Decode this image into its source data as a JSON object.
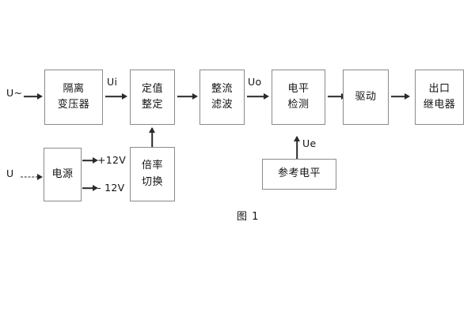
{
  "figure": {
    "caption": "图 1",
    "colors": {
      "background": "#ffffff",
      "box_border": "#8a8a8a",
      "line": "#2a2a2a",
      "text": "#141414"
    }
  },
  "blocks": {
    "isolation_transformer": {
      "line1": "隔离",
      "line2": "变压器"
    },
    "setpoint": {
      "line1": "定值",
      "line2": "整定"
    },
    "rectify_filter": {
      "line1": "整流",
      "line2": "滤波"
    },
    "level_detect": {
      "line1": "电平",
      "line2": "检测"
    },
    "drive": {
      "line1": "驱动"
    },
    "output_relay": {
      "line1": "出口",
      "line2": "继电器"
    },
    "power_supply": {
      "line1": "电源"
    },
    "multiplier_switch": {
      "line1": "倍率",
      "line2": "切换"
    },
    "reference_level": {
      "line1": "参考电平"
    }
  },
  "signals": {
    "input_ac": "U~",
    "input_dc": "U",
    "ui": "Ui",
    "uo": "Uo",
    "ue": "Ue",
    "rail_positive": "+12V",
    "rail_negative": "- 12V"
  }
}
